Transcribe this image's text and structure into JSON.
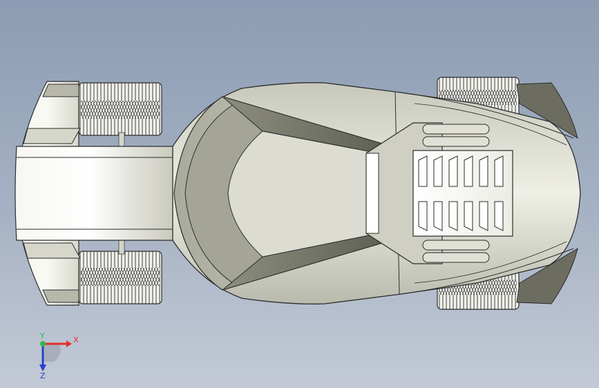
{
  "viewport": {
    "background_top": "#8c9cb3",
    "background_bottom": "#c3cad6",
    "model_colors": {
      "body_light": "#e8e8de",
      "body_mid": "#c9c9bc",
      "body_dark": "#7e7f70",
      "tire": "#f2f2ee",
      "outline": "#2b2b2b"
    }
  },
  "triad": {
    "x_label": "X",
    "y_label": "Y",
    "z_label": "Z",
    "x_color": "#e0302a",
    "y_color": "#2fb84a",
    "z_color": "#2a3fd0"
  }
}
